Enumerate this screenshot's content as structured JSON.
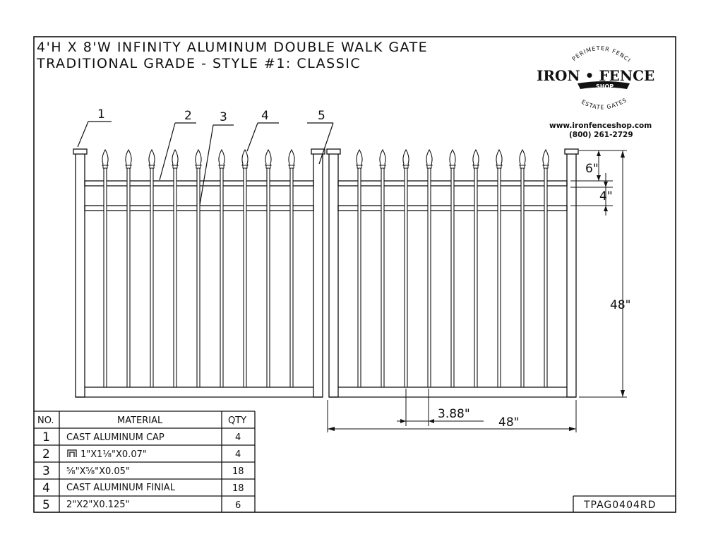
{
  "drawing": {
    "title_line1": "4'H X 8'W INFINITY ALUMINUM DOUBLE WALK GATE",
    "title_line2": "TRADITIONAL GRADE - STYLE #1: CLASSIC",
    "drawing_code": "TPAG0404RD"
  },
  "logo": {
    "arc_top": "PERIMETER FENCING",
    "name": "IRON • FENCE",
    "sub": "SHOP",
    "arc_bottom": "ESTATE GATES",
    "url": "www.ironfenceshop.com",
    "phone": "(800) 261-2729"
  },
  "callouts": [
    "1",
    "2",
    "3",
    "4",
    "5"
  ],
  "dimensions": {
    "picket_extension": "6\"",
    "rail_spacing": "4\"",
    "gate_height": "48\"",
    "picket_spacing": "3.88\"",
    "leaf_width": "48\""
  },
  "bom": {
    "headers": {
      "no": "NO.",
      "material": "MATERIAL",
      "qty": "QTY"
    },
    "rows": [
      {
        "no": "1",
        "material": "CAST ALUMINUM CAP",
        "qty": "4",
        "icon": ""
      },
      {
        "no": "2",
        "material": "1\"X1⅛\"X0.07\"",
        "qty": "4",
        "icon": "channel-icon"
      },
      {
        "no": "3",
        "material": "⅝\"X⅝\"X0.05\"",
        "qty": "18",
        "icon": ""
      },
      {
        "no": "4",
        "material": "CAST ALUMINUM FINIAL",
        "qty": "18",
        "icon": ""
      },
      {
        "no": "5",
        "material": "2\"X2\"X0.125\"",
        "qty": "6",
        "icon": ""
      }
    ]
  },
  "colors": {
    "ink": "#111111",
    "paper": "#ffffff"
  }
}
